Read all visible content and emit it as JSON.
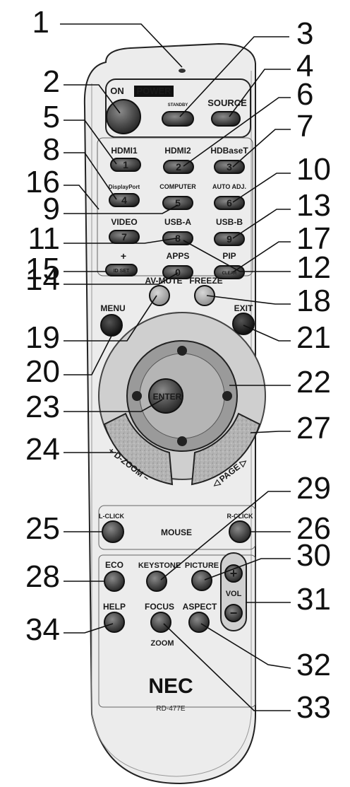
{
  "callouts": [
    "1",
    "2",
    "3",
    "4",
    "5",
    "6",
    "7",
    "8",
    "9",
    "10",
    "11",
    "12",
    "13",
    "14",
    "15",
    "16",
    "17",
    "18",
    "19",
    "20",
    "21",
    "22",
    "23",
    "24",
    "25",
    "26",
    "27",
    "28",
    "29",
    "30",
    "31",
    "32",
    "33",
    "34"
  ],
  "remote": {
    "power_on": "ON",
    "power": "POWER",
    "standby": "STANDBY",
    "source": "SOURCE",
    "hdmi1": "HDMI1",
    "hdmi2": "HDMI2",
    "hdbaset": "HDBaseT",
    "displayport": "DisplayPort",
    "computer": "COMPUTER",
    "auto_adj": "AUTO ADJ.",
    "video": "VIDEO",
    "usb_a": "USB-A",
    "usb_b": "USB-B",
    "plus": "+",
    "id_set": "ID SET",
    "apps": "APPS",
    "pip": "PIP",
    "key1": "1",
    "key2": "2",
    "key3": "3",
    "key4": "4",
    "key5": "5",
    "key6": "6",
    "key7": "7",
    "key8": "8",
    "key9": "9",
    "key0": "0",
    "clear": "CLEAR",
    "av_mute": "AV-MUTE",
    "freeze": "FREEZE",
    "menu": "MENU",
    "exit": "EXIT",
    "enter": "ENTER",
    "d_zoom": "+ D-ZOOM −",
    "page": "◁ PAGE ▷",
    "l_click": "L-CLICK",
    "mouse": "MOUSE",
    "r_click": "R-CLICK",
    "eco": "ECO",
    "keystone": "KEYSTONE",
    "picture": "PICTURE",
    "vol": "VOL",
    "vol_plus": "+",
    "vol_minus": "−",
    "help": "HELP",
    "focus": "FOCUS",
    "aspect": "ASPECT",
    "zoom": "ZOOM",
    "brand": "NEC",
    "model": "RD-477E"
  }
}
